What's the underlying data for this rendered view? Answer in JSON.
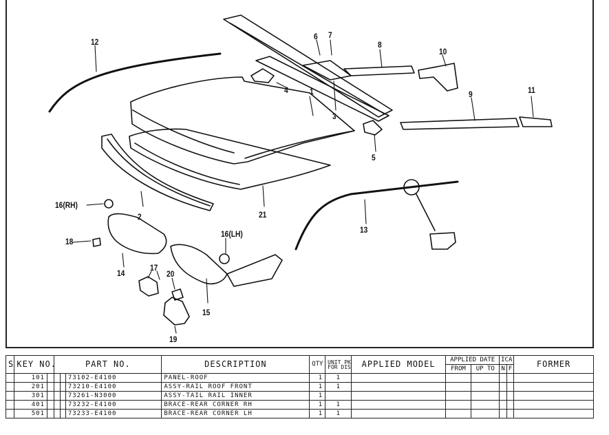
{
  "callouts": [
    {
      "id": "c1",
      "text": "1"
    },
    {
      "id": "c2",
      "text": "2"
    },
    {
      "id": "c3",
      "text": "3"
    },
    {
      "id": "c4",
      "text": "4"
    },
    {
      "id": "c5",
      "text": "5"
    },
    {
      "id": "c6",
      "text": "6"
    },
    {
      "id": "c7",
      "text": "7"
    },
    {
      "id": "c8",
      "text": "8"
    },
    {
      "id": "c9",
      "text": "9"
    },
    {
      "id": "c10",
      "text": "10"
    },
    {
      "id": "c11",
      "text": "11"
    },
    {
      "id": "c12",
      "text": "12"
    },
    {
      "id": "c13",
      "text": "13"
    },
    {
      "id": "c14",
      "text": "14"
    },
    {
      "id": "c15",
      "text": "15"
    },
    {
      "id": "c16rh",
      "text": "16(RH)"
    },
    {
      "id": "c16lh",
      "text": "16(LH)"
    },
    {
      "id": "c17",
      "text": "17"
    },
    {
      "id": "c18",
      "text": "18"
    },
    {
      "id": "c19",
      "text": "19"
    },
    {
      "id": "c20",
      "text": "20"
    },
    {
      "id": "c21",
      "text": "21"
    }
  ],
  "table": {
    "headers": {
      "s": "S",
      "key_no": "KEY NO.",
      "part_no": "PART  NO.",
      "description": "DESCRIPTION",
      "qty": "QTY",
      "unit_pko": "UNIT PKO",
      "unit_pko_sub": "FOR DIST",
      "applied_model": "APPLIED MODEL",
      "applied_date": "APPLIED DATE",
      "from": "FROM",
      "up_to": "UP TO",
      "ica": "ICA",
      "n": "N",
      "f": "F",
      "former": "FORMER"
    },
    "rows": [
      {
        "key": "101",
        "part": "73102-E4100",
        "desc": "PANEL-ROOF",
        "qty": "1",
        "unit": "1"
      },
      {
        "key": "201",
        "part": "73210-E4100",
        "desc": "ASSY-RAIL ROOF FRONT",
        "qty": "1",
        "unit": "1"
      },
      {
        "key": "301",
        "part": "73261-N3000",
        "desc": "ASSY-TAIL RAIL INNER",
        "qty": "1",
        "unit": ""
      },
      {
        "key": "401",
        "part": "73232-E4100",
        "desc": "BRACE-REAR CORNER RH",
        "qty": "1",
        "unit": "1"
      },
      {
        "key": "501",
        "part": "73233-E4100",
        "desc": "BRACE-REAR CORNER LH",
        "qty": "1",
        "unit": "1"
      }
    ]
  }
}
